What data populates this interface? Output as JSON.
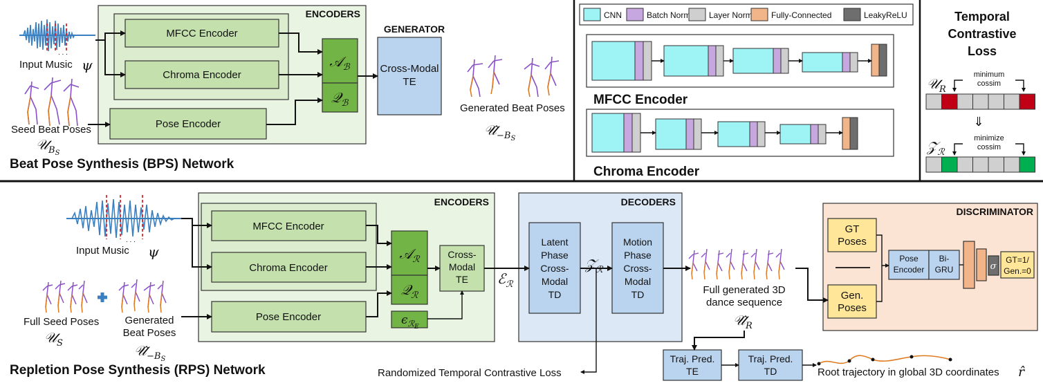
{
  "bps": {
    "title": "Beat Pose Synthesis (BPS) Network",
    "encoders_title": "ENCODERS",
    "mfcc": "MFCC Encoder",
    "chroma": "Chroma Encoder",
    "pose": "Pose Encoder",
    "a_sym": "𝒜",
    "a_sub": "ℬ",
    "q_sym": "𝒬",
    "q_sub": "ℬ",
    "generator_title": "GENERATOR",
    "cm_line1": "Cross-Modal",
    "cm_line2": "TE",
    "input_music": "Input Music",
    "psi": "ψ",
    "seed_label": "Seed Beat Poses",
    "seed_sym": "𝒰",
    "seed_sub": "B",
    "seed_subsub": "S",
    "gen_label": "Generated Beat Poses",
    "gen_sym": "𝒰̂",
    "gen_sub": "−B",
    "gen_subsub": "S"
  },
  "legend": {
    "items": [
      {
        "label": "CNN",
        "color": "#9ef3f5"
      },
      {
        "label": "Batch Norm",
        "color": "#c7a7df"
      },
      {
        "label": "Layer Norm",
        "color": "#cfcfcf"
      },
      {
        "label": "Fully-Connected",
        "color": "#f2b58a"
      },
      {
        "label": "LeakyReLU",
        "color": "#6e6e6e"
      }
    ],
    "mfcc_title": "MFCC Encoder",
    "chroma_title": "Chroma Encoder"
  },
  "tcl": {
    "title_line1": "Temporal",
    "title_line2": "Contrastive",
    "title_line3": "Loss",
    "u_sym": "𝒰",
    "u_sub": "R",
    "min_line1": "minimum",
    "min_line2": "cossim",
    "arrow": "⇓",
    "z_sym": "𝒵",
    "z_sub": "ℛ",
    "minimize_line1": "minimize",
    "minimize_line2": "cossim",
    "red": "#c00014",
    "green": "#00b050",
    "gray": "#d0d0d0"
  },
  "rps": {
    "title": "Repletion Pose Synthesis (RPS) Network",
    "encoders_title": "ENCODERS",
    "mfcc": "MFCC Encoder",
    "chroma": "Chroma Encoder",
    "pose": "Pose Encoder",
    "a_sym": "𝒜",
    "a_sub": "ℛ",
    "q_sym": "𝒬",
    "q_sub": "ℛ",
    "eps_sym": "ϵ",
    "eps_sub": "ℛ",
    "eps_subsub": "E",
    "cm_line1": "Cross-",
    "cm_line2": "Modal",
    "cm_line3": "TE",
    "e_sym": "ℰ",
    "e_sub": "ℛ",
    "decoders_title": "DECODERS",
    "latent_line1": "Latent",
    "latent_line2": "Phase",
    "latent_line3": "Cross-",
    "latent_line4": "Modal",
    "latent_line5": "TD",
    "z_sym": "𝒵",
    "z_sub": "ℛ",
    "motion_line1": "Motion",
    "motion_line2": "Phase",
    "motion_line3": "Cross-",
    "motion_line4": "Modal",
    "motion_line5": "TD",
    "input_music": "Input Music",
    "psi": "ψ",
    "full_seed": "Full Seed Poses",
    "us_sym": "𝒰",
    "us_sub": "S",
    "gen_line1": "Generated",
    "gen_line2": "Beat Poses",
    "gen_sym": "𝒰̂",
    "gen_sub": "−B",
    "gen_subsub": "S",
    "full_gen_line1": "Full generated 3D",
    "full_gen_line2": "dance sequence",
    "ur_sym": "𝒰̂",
    "ur_sub": "R",
    "discriminator_title": "DISCRIMINATOR",
    "gt_line1": "GT",
    "gt_line2": "Poses",
    "genp_line1": "Gen.",
    "genp_line2": "Poses",
    "pose_enc_line1": "Pose",
    "pose_enc_line2": "Encoder",
    "bigru_line1": "Bi-",
    "bigru_line2": "GRU",
    "sigma": "σ",
    "out_line1": "GT=1/",
    "out_line2": "Gen.=0",
    "rtcl": "Randomized Temporal Contrastive Loss",
    "traj_te_line1": "Traj. Pred.",
    "traj_te_line2": "TE",
    "traj_td_line1": "Traj. Pred.",
    "traj_td_line2": "TD",
    "root": "Root trajectory in global 3D coordinates",
    "r_hat": "r̂"
  }
}
